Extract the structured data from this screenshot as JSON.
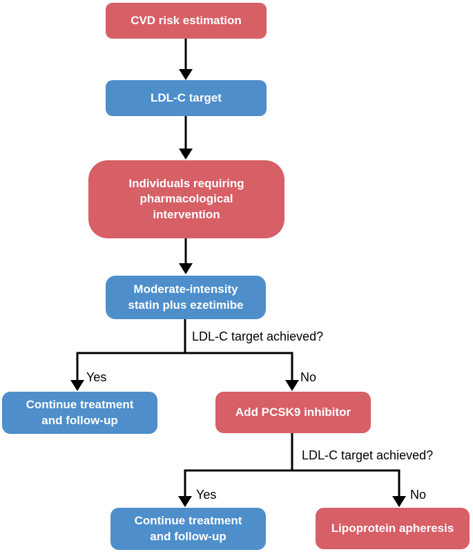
{
  "diagram": {
    "type": "flowchart",
    "colors": {
      "red": "#d75f66",
      "blue": "#4d8ecb",
      "line": "#000000",
      "background": "#ffffff",
      "node_text": "#ffffff"
    },
    "nodes": {
      "cvd_risk": {
        "label": "CVD risk estimation",
        "color": "red"
      },
      "ldl_target": {
        "label": "LDL-C target",
        "color": "blue"
      },
      "pharm_intervention": {
        "label": "Individuals requiring\npharmacological\nintervention",
        "color": "red"
      },
      "statin_ezetimibe": {
        "label": "Moderate-intensity\nstatin plus ezetimibe",
        "color": "blue"
      },
      "continue_followup_1": {
        "label": "Continue treatment\nand follow-up",
        "color": "blue"
      },
      "pcsk9_inhibitor": {
        "label": "Add PCSK9 inhibitor",
        "color": "red"
      },
      "continue_followup_2": {
        "label": "Continue treatment\nand follow-up",
        "color": "blue"
      },
      "lipoprotein_apheresis": {
        "label": "Lipoprotein apheresis",
        "color": "red"
      }
    },
    "edge_labels": {
      "decision1": "LDL-C target achieved?",
      "yes1": "Yes",
      "no1": "No",
      "decision2": "LDL-C target achieved?",
      "yes2": "Yes",
      "no2": "No"
    }
  }
}
